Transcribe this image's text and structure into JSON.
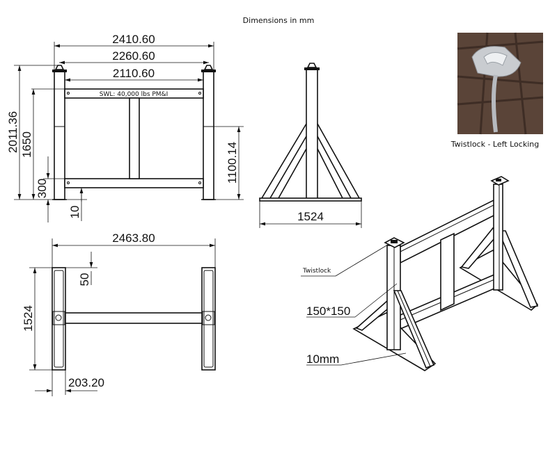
{
  "title": "Dimensions in mm",
  "front_view": {
    "dim_overall_width": "2410.60",
    "dim_twistlock_centers": "2260.60",
    "dim_inner_width": "2110.60",
    "dim_total_height": "2011.36",
    "dim_top_beam_height": "1650",
    "dim_bottom_beam_height": "300",
    "dim_base_plate": "10",
    "dim_brace_height": "1100.14",
    "beam_label": "SWL: 40,000 lbs PM&I"
  },
  "side_view": {
    "dim_base_width": "1524"
  },
  "photo": {
    "caption": "Twistlock - Left Locking"
  },
  "top_view": {
    "dim_overall_length": "2463.80",
    "dim_offset": "50",
    "dim_depth": "1524",
    "dim_foot_width": "203.20"
  },
  "iso_view": {
    "label_twistlock": "Twistlock",
    "label_post_size": "150*150",
    "label_plate": "10mm"
  }
}
